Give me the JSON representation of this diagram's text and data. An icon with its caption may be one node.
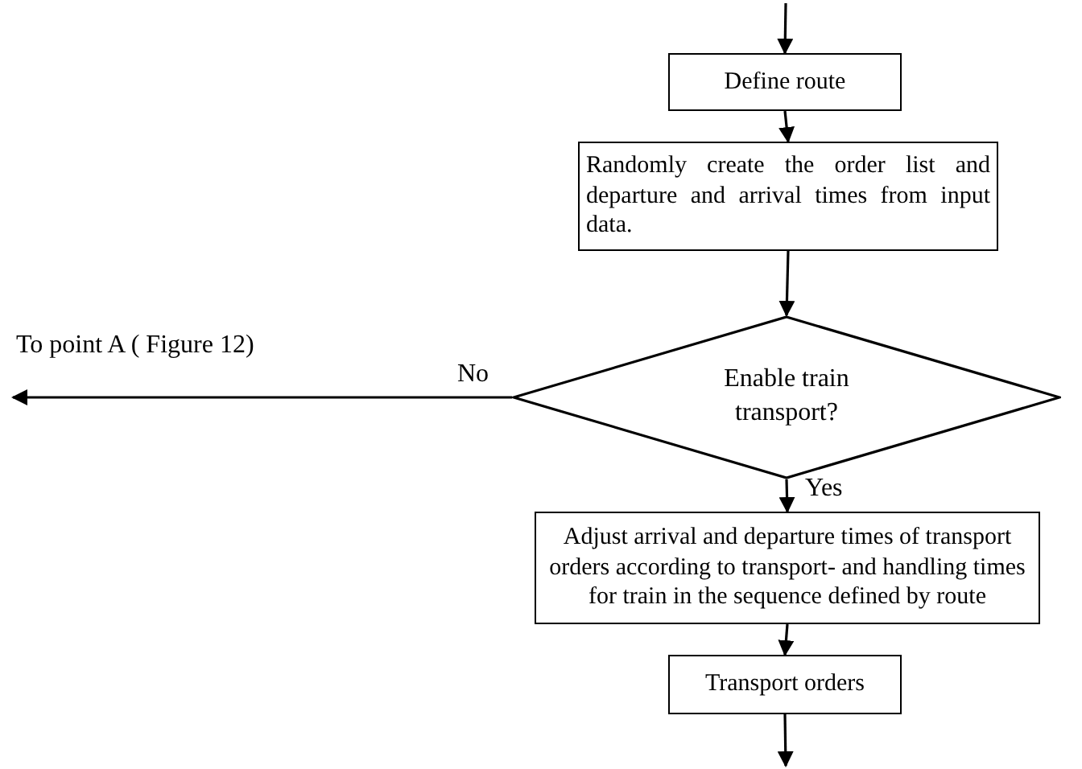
{
  "diagram": {
    "nodes": [
      {
        "text": [
          "Define route"
        ]
      },
      {
        "text": [
          "Randomly create the order list and departure and arrival times from input data."
        ]
      },
      {
        "text": [
          "Enable train transport?"
        ]
      },
      {
        "text": [
          "Adjust arrival and departure times of transport orders according to transport- and handling times for train in the sequence defined by route"
        ]
      },
      {
        "text": [
          "Transport orders"
        ]
      }
    ],
    "edges": [
      {
        "from": null,
        "to": 0,
        "arrow": "to"
      },
      {
        "from": 0,
        "to": 1,
        "arrow": "to"
      },
      {
        "from": 1,
        "to": 2,
        "arrow": "to"
      },
      {
        "from": 2,
        "to": null,
        "arrow": "to",
        "label": "No"
      },
      {
        "from": 2,
        "to": 3,
        "arrow": "to",
        "label": "Yes"
      },
      {
        "from": 3,
        "to": 4,
        "arrow": "to"
      },
      {
        "from": 4,
        "to": null,
        "arrow": "to"
      }
    ],
    "labels": [
      "To point A ( Figure 12)"
    ]
  }
}
